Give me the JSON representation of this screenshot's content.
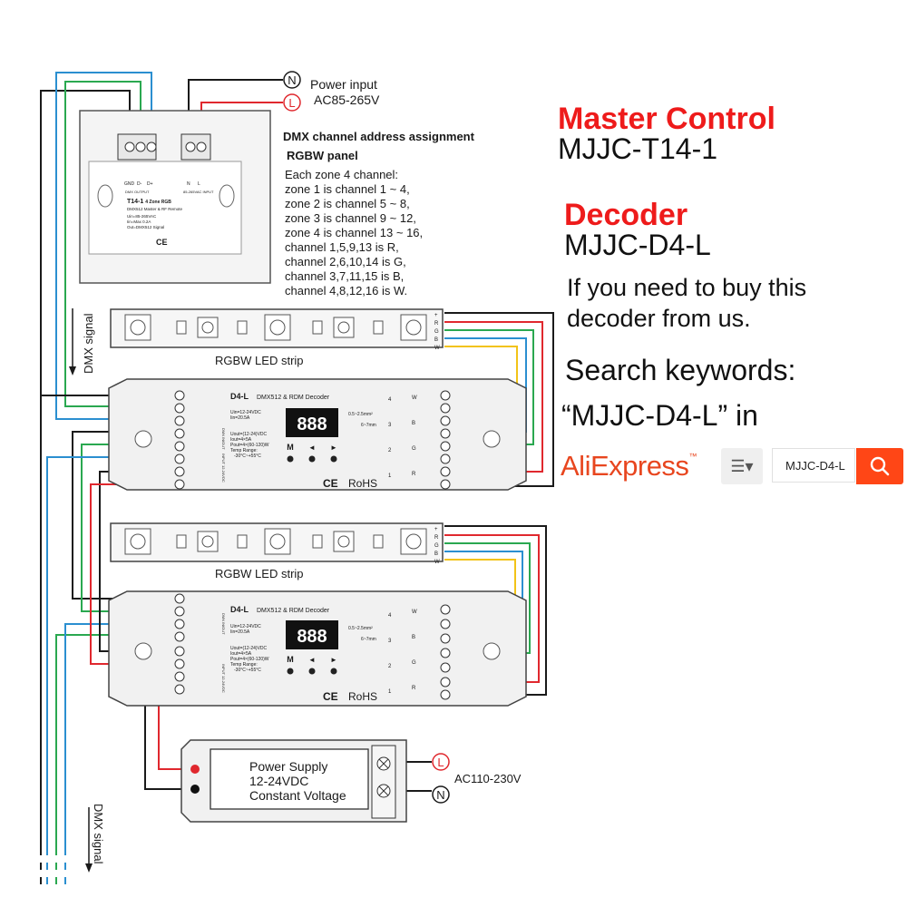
{
  "power_input": {
    "label": "Power input",
    "voltage": "AC85-265V",
    "n": "N",
    "l": "L"
  },
  "panel": {
    "model": "T14-1",
    "model_suffix": "4 Zone RGB",
    "desc": "DMX512 Master & RF Remote",
    "specs": [
      "Uin=85-265VAC",
      "Iin=Max 0.2A",
      "Out=DMX512 Signal"
    ],
    "terminals_dmx": [
      "GND",
      "D-",
      "D+"
    ],
    "terminals_ac": [
      "N",
      "L"
    ],
    "dmx_output": "DMX OUTPUT",
    "ac_input": "85-265VAC INPUT"
  },
  "assignment": {
    "title": "DMX channel address assignment",
    "subtitle": "RGBW panel",
    "lines": [
      "Each zone 4 channel:",
      "zone 1 is channel 1 ~ 4,",
      "zone 2 is channel 5 ~ 8,",
      "zone 3 is channel 9 ~ 12,",
      "zone 4 is channel 13 ~ 16,",
      "channel 1,5,9,13 is R,",
      "channel 2,6,10,14 is G,",
      "channel 3,7,11,15 is B,",
      "channel 4,8,12,16 is W."
    ]
  },
  "strip": {
    "label": "RGBW LED strip",
    "pins": [
      "+",
      "R",
      "G",
      "B",
      "W"
    ]
  },
  "decoder": {
    "model": "D4-L",
    "desc": "DMX512 & RDM Decoder",
    "display": "888",
    "buttons": [
      "M",
      "◄",
      "►"
    ],
    "specs_in": [
      "Uin=12-24VDC",
      "Iin=20.5A"
    ],
    "specs_out": [
      "Uout=(12-24)VDC",
      "Iout=4×5A",
      "Pout=4×(60-120)W",
      "Temp Range:",
      "-30°C~+55°C"
    ],
    "wire_spec": [
      "0.5~2.5mm²",
      "6~7mm"
    ],
    "cert_ce": "CE",
    "cert_rohs": "RoHS",
    "dmx_in_label": "DMX IN/OUT",
    "power_label": "INPUT 12-24VDC",
    "channels": [
      "4",
      "3",
      "2",
      "1"
    ],
    "channel_pins": [
      "W",
      "B",
      "G",
      "R"
    ]
  },
  "dmx_signal": "DMX signal",
  "power_supply": {
    "lines": [
      "Power Supply",
      "12-24VDC",
      "Constant Voltage"
    ],
    "ac": "AC110-230V",
    "l": "L",
    "n": "N"
  },
  "right_panel": {
    "master_title": "Master Control",
    "master_model": "MJJC-T14-1",
    "decoder_title": "Decoder",
    "decoder_model": "MJJC-D4-L",
    "buy_line1": "If you need to buy this",
    "buy_line2": "decoder from us.",
    "search_line1": "Search keywords:",
    "search_line2": "“MJJC-D4-L” in",
    "brand": "AliExpress",
    "search_value": "MJJC-D4-L"
  },
  "colors": {
    "red_wire": "#e0282e",
    "green_wire": "#2aa850",
    "blue_wire": "#2b8fd0",
    "yellow_wire": "#f2c318",
    "title_red": "#ee1b1b",
    "ali_orange": "#e8461f",
    "search_btn": "#ff4616"
  }
}
